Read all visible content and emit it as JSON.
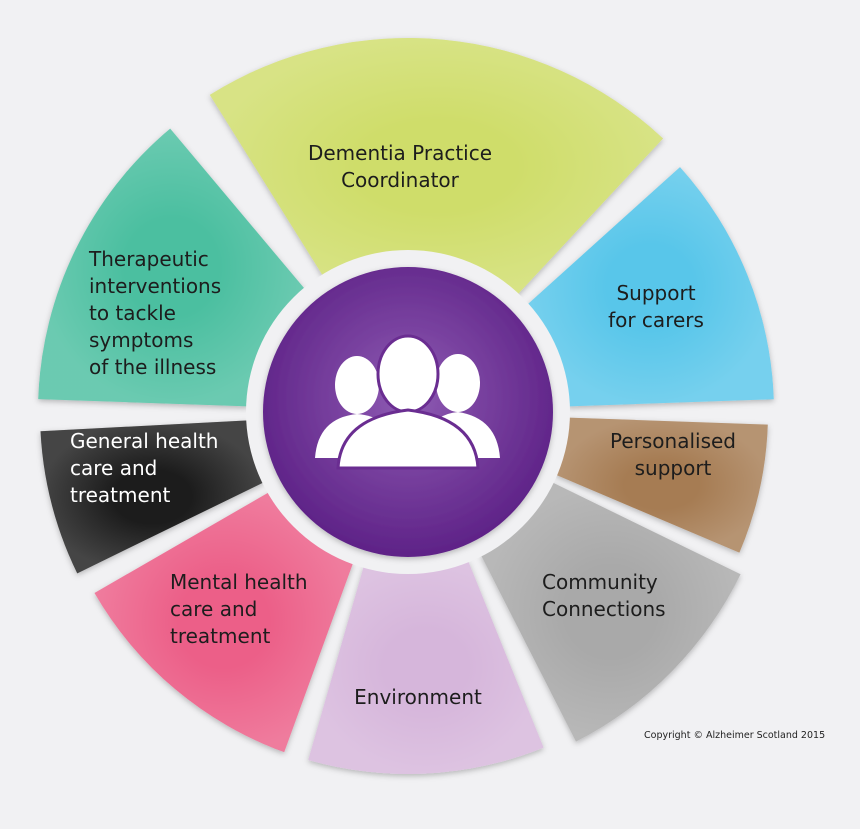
{
  "segments": [
    {
      "id": "dementia-practice-coordinator",
      "lines": [
        "Dementia Practice",
        "Coordinator"
      ],
      "color": "#cfdd6a",
      "text_color": "#1d1d1d"
    },
    {
      "id": "support-for-carers",
      "lines": [
        "Support",
        "for carers"
      ],
      "color": "#58c6ea",
      "text_color": "#1d1d1d"
    },
    {
      "id": "personalised-support",
      "lines": [
        "Personalised",
        "support"
      ],
      "color": "#a67c52",
      "text_color": "#1d1d1d"
    },
    {
      "id": "community-connections",
      "lines": [
        "Community",
        "Connections"
      ],
      "color": "#a9a9a9",
      "text_color": "#1d1d1d"
    },
    {
      "id": "environment",
      "lines": [
        "Environment"
      ],
      "color": "#d6b6db",
      "text_color": "#1d1d1d"
    },
    {
      "id": "mental-health",
      "lines": [
        "Mental health",
        "care and",
        "treatment"
      ],
      "color": "#ec5f88",
      "text_color": "#1d1d1d"
    },
    {
      "id": "general-health",
      "lines": [
        "General health",
        "care and",
        "treatment"
      ],
      "color": "#1c1c1c",
      "text_color": "#ffffff"
    },
    {
      "id": "therapeutic-interventions",
      "lines": [
        "Therapeutic",
        "interventions",
        "to tackle",
        "symptoms",
        "of the illness"
      ],
      "color": "#4cbfa0",
      "text_color": "#1d1d1d"
    }
  ],
  "center": {
    "icon": "people-group-icon",
    "color": "#6a2d91"
  },
  "copyright": "Copyright © Alzheimer Scotland 2015"
}
